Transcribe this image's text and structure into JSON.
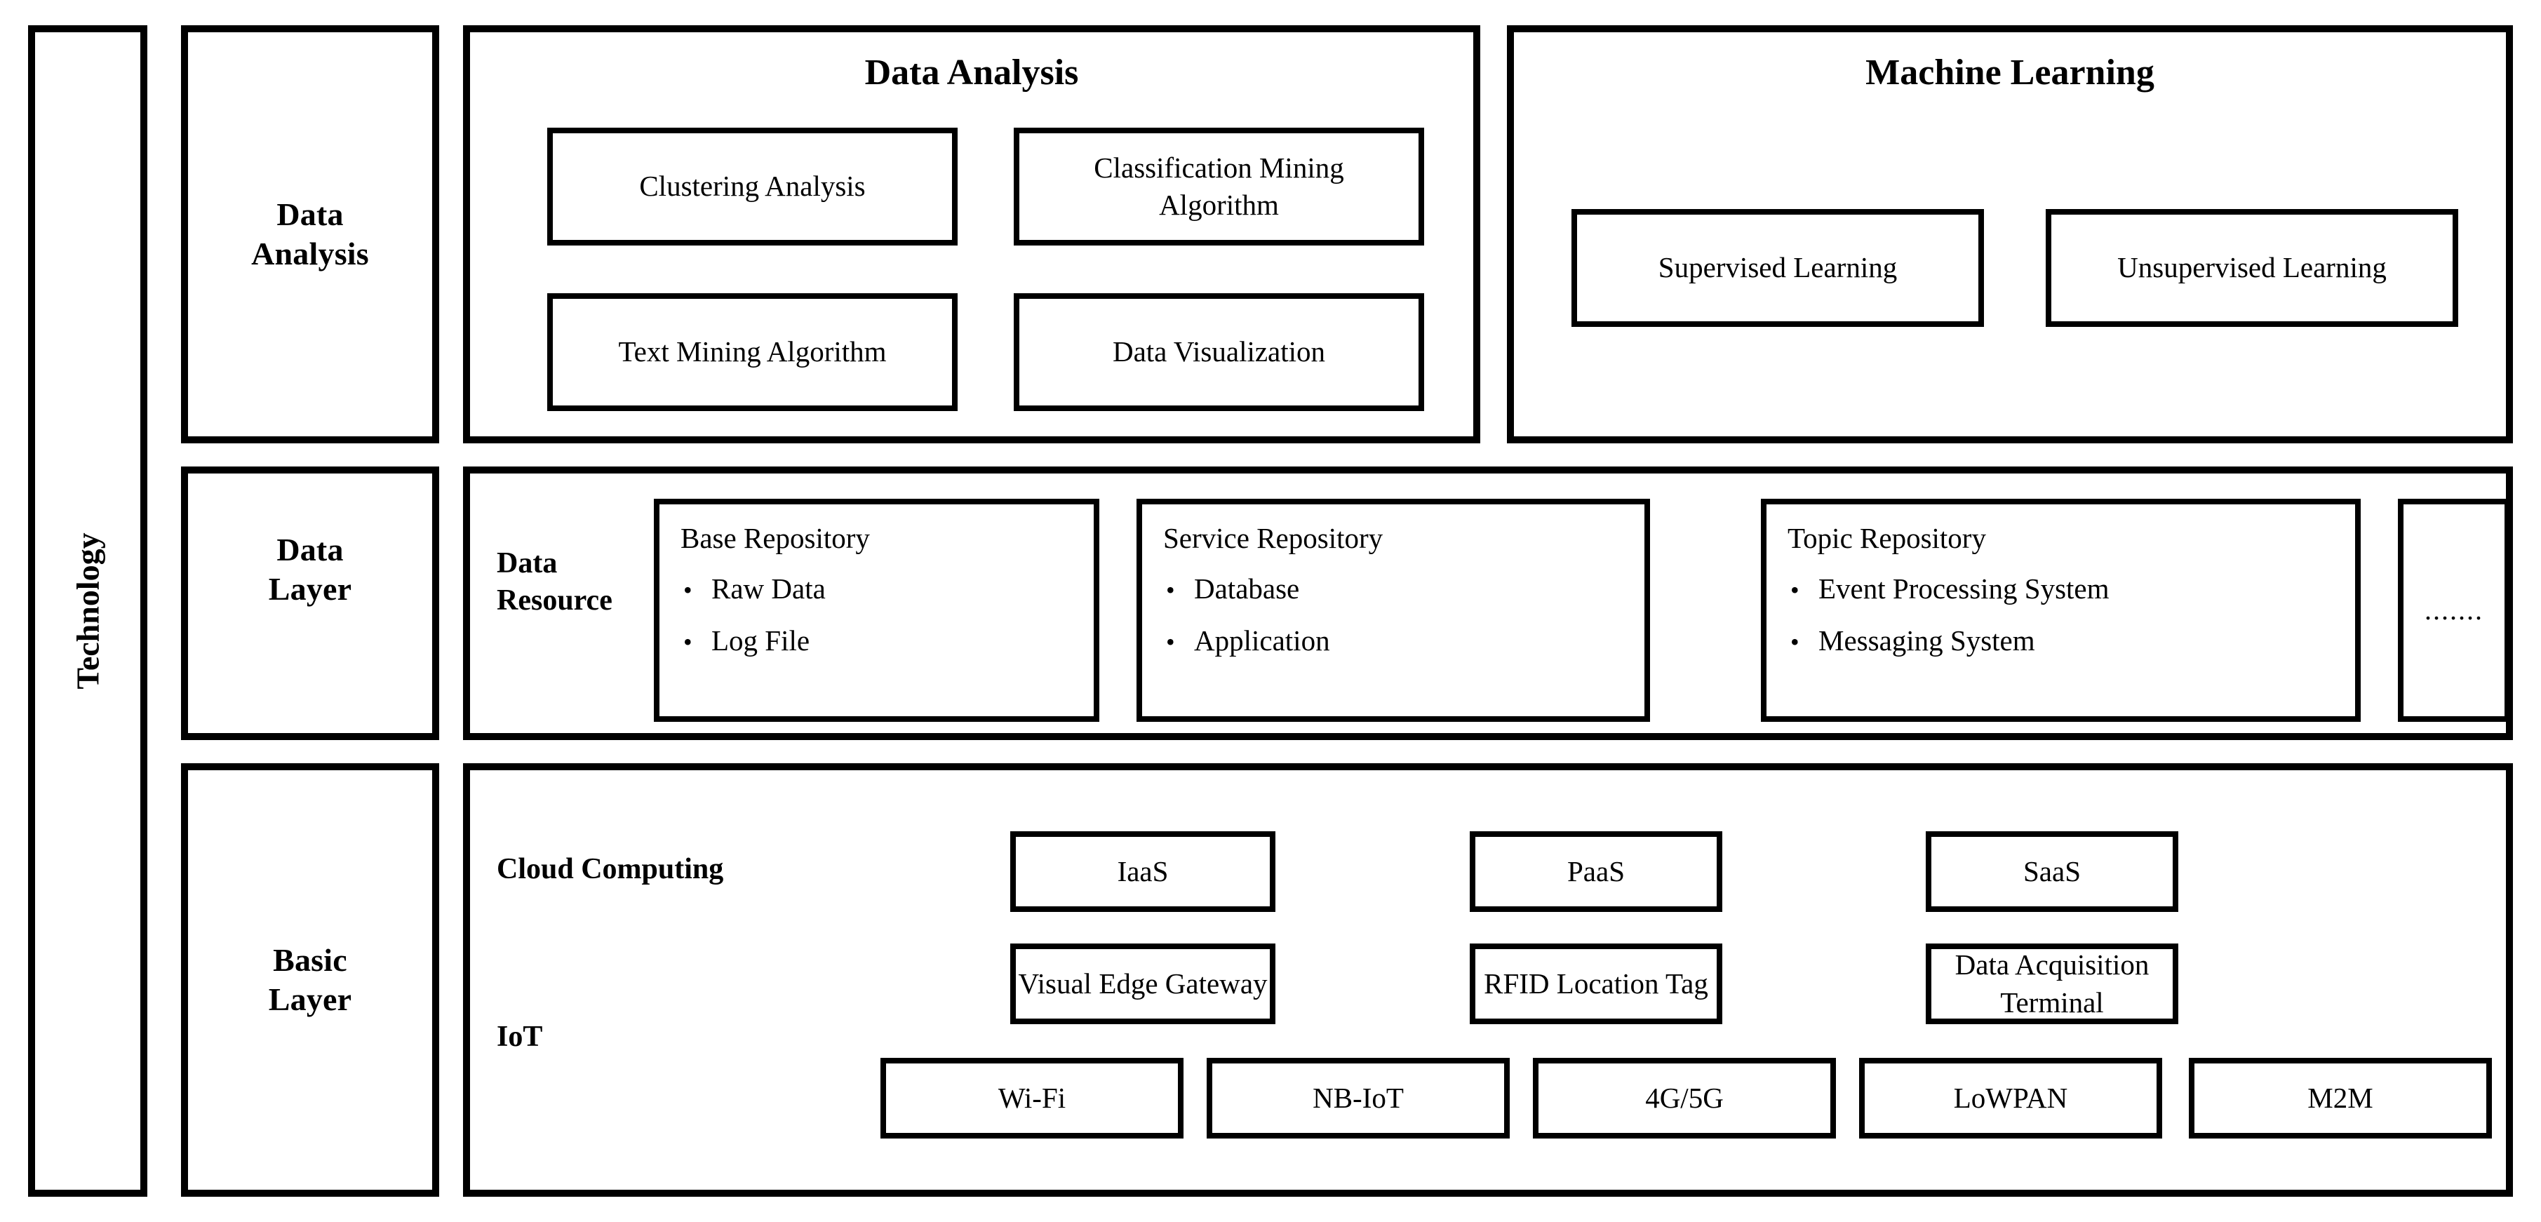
{
  "diagram": {
    "spine_label": "Technology",
    "layers": [
      {
        "id": "data-analysis",
        "label": "Data\nAnalysis"
      },
      {
        "id": "data-layer",
        "label": "Data\nLayer"
      },
      {
        "id": "basic-layer",
        "label": "Basic\nLayer"
      }
    ]
  },
  "row_analysis": {
    "data_analysis": {
      "title": "Data Analysis",
      "items": [
        "Clustering Analysis",
        "Classification Mining Algorithm",
        "Text Mining Algorithm",
        "Data Visualization"
      ]
    },
    "machine_learning": {
      "title": "Machine Learning",
      "items": [
        "Supervised Learning",
        "Unsupervised Learning"
      ]
    }
  },
  "row_data_layer": {
    "side_label": "Data\nResource",
    "repositories": [
      {
        "title": "Base Repository",
        "bullets": [
          "Raw Data",
          "Log File"
        ]
      },
      {
        "title": "Service Repository",
        "bullets": [
          "Database",
          "Application"
        ]
      },
      {
        "title": "Topic Repository",
        "bullets": [
          "Event Processing System",
          "Messaging System"
        ]
      }
    ],
    "ellipsis_box": "......."
  },
  "row_basic_layer": {
    "cloud_computing": {
      "label": "Cloud Computing",
      "items": [
        "IaaS",
        "PaaS",
        "SaaS"
      ]
    },
    "iot": {
      "label": "IoT",
      "devices": [
        "Visual Edge Gateway",
        "RFID Location Tag",
        "Data Acquisition Terminal"
      ],
      "networks": [
        "Wi-Fi",
        "NB-IoT",
        "4G/5G",
        "LoWPAN",
        "M2M"
      ]
    }
  },
  "colors": {
    "stroke": "#000000",
    "background": "#ffffff",
    "text": "#000000"
  }
}
